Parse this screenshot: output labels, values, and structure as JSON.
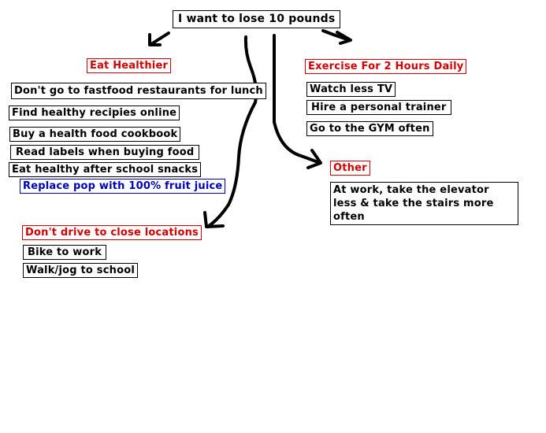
{
  "root": {
    "label": "I want to lose 10 pounds"
  },
  "colors": {
    "heading": "#d40000",
    "highlight": "#0000b8",
    "stroke": "#000000"
  },
  "eat": {
    "heading": "Eat Healthier",
    "items": [
      "Don't go to fastfood restaurants for lunch",
      "Find healthy recipies online",
      "Buy a health food cookbook",
      "Read labels when buying food",
      "Eat healthy after school snacks"
    ],
    "highlight": "Replace pop with 100% fruit juice"
  },
  "exercise": {
    "heading": "Exercise For 2 Hours Daily",
    "items": [
      "Watch less TV",
      "Hire a personal trainer",
      "Go to the GYM often"
    ]
  },
  "other": {
    "heading": "Other",
    "items": [
      "At work, take the elevator less & take the stairs more often"
    ]
  },
  "drive": {
    "heading": "Don't drive to close locations",
    "items": [
      "Bike to work",
      "Walk/jog to school"
    ]
  }
}
